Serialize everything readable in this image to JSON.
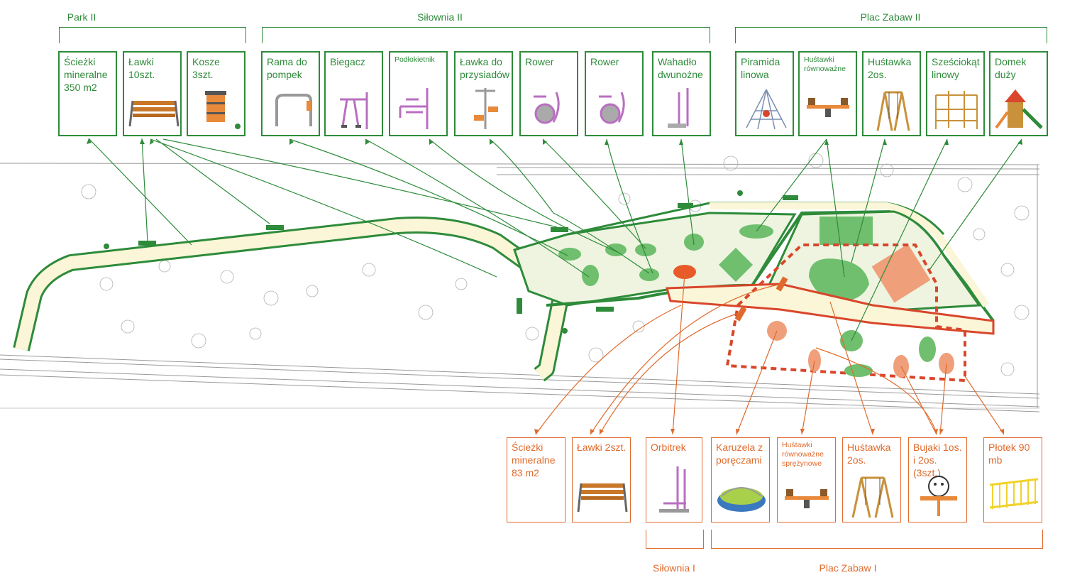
{
  "groups": {
    "park2": "Park II",
    "silownia2": "Siłownia II",
    "plac2": "Plac Zabaw II",
    "silownia1": "Siłownia I",
    "plac1": "Plac Zabaw I"
  },
  "top_cards": [
    {
      "label": "Ścieżki mineralne 350 m2",
      "icon": "path-icon"
    },
    {
      "label": "Ławki 10szt.",
      "icon": "bench-icon"
    },
    {
      "label": "Kosze 3szt.",
      "icon": "trash-bin-icon"
    },
    {
      "label": "Rama do pompek",
      "icon": "pushup-frame-icon"
    },
    {
      "label": "Biegacz",
      "icon": "runner-machine-icon"
    },
    {
      "label": "Podłokietnik",
      "icon": "armrest-machine-icon"
    },
    {
      "label": "Ławka do przysiadów",
      "icon": "squat-bench-icon"
    },
    {
      "label": "Rower",
      "icon": "bike-icon"
    },
    {
      "label": "Rower",
      "icon": "bike-icon"
    },
    {
      "label": "Wahadło dwunożne",
      "icon": "pendulum-icon"
    },
    {
      "label": "Piramida linowa",
      "icon": "rope-pyramid-icon"
    },
    {
      "label": "Huśtawki równoważne",
      "icon": "seesaw-icon"
    },
    {
      "label": "Huśtawka 2os.",
      "icon": "swing-icon"
    },
    {
      "label": "Sześciokąt linowy",
      "icon": "rope-hexagon-icon"
    },
    {
      "label": "Domek duży",
      "icon": "playhouse-icon"
    }
  ],
  "bottom_cards": [
    {
      "label": "Ścieżki mineralne 83 m2",
      "icon": "path-icon"
    },
    {
      "label": "Ławki 2szt.",
      "icon": "bench-icon"
    },
    {
      "label": "Orbitrek",
      "icon": "orbitrek-icon"
    },
    {
      "label": "Karuzela z poręczami",
      "icon": "carousel-icon"
    },
    {
      "label": "Huśtawki równoważne sprężynowe",
      "icon": "spring-seesaw-icon"
    },
    {
      "label": "Huśtawka 2os.",
      "icon": "swing-icon"
    },
    {
      "label": "Bujaki 1os. i 2os. (3szt.)",
      "icon": "spring-rocker-icon"
    },
    {
      "label": "Płotek 90 mb",
      "icon": "fence-icon"
    }
  ],
  "colors": {
    "green": "#2e8b3a",
    "orange": "#e06a2c",
    "path_fill": "#fbf6d8",
    "zone_fill": "#eef4df"
  }
}
